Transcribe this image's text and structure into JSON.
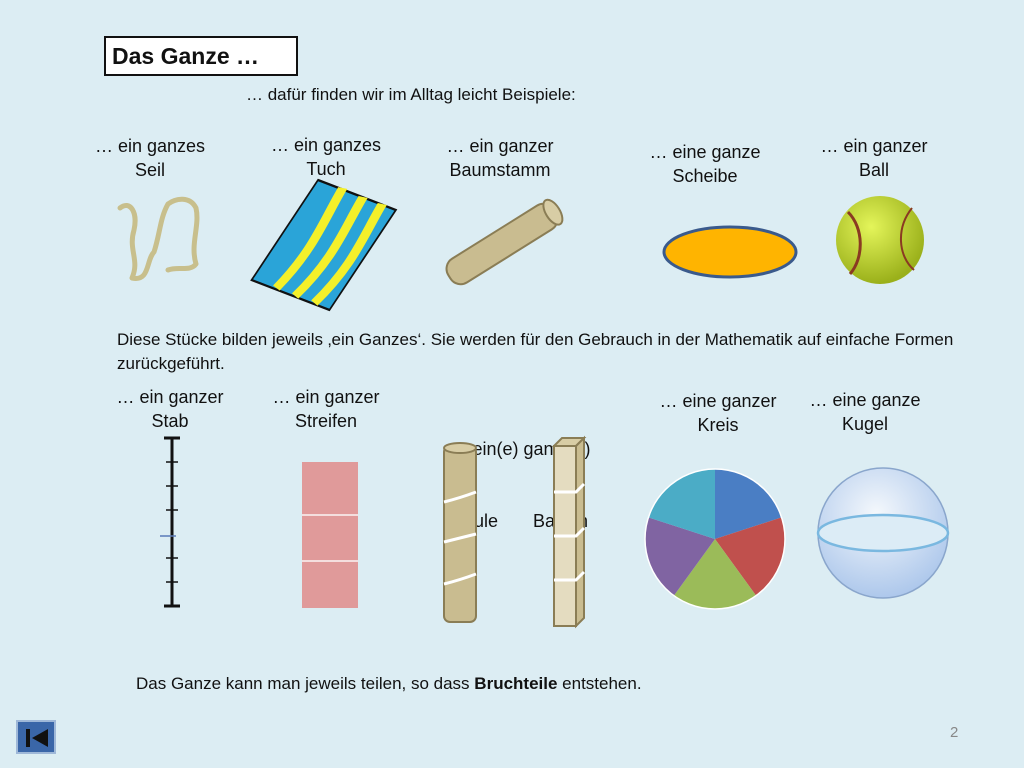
{
  "title": "Das Ganze …",
  "subtitle": "… dafür finden wir im Alltag leicht Beispiele:",
  "everyday": [
    {
      "line1": "… ein ganzes",
      "line2": "Seil"
    },
    {
      "line1": "… ein ganzes",
      "line2": "Tuch"
    },
    {
      "line1": "… ein ganzer",
      "line2": "Baumstamm"
    },
    {
      "line1": "… eine ganze",
      "line2": "Scheibe"
    },
    {
      "line1": "… ein ganzer",
      "line2": "Ball"
    }
  ],
  "paragraph": "Diese Stücke bilden jeweils ‚ein Ganzes‘. Sie werden für den Gebrauch in der Mathematik auf einfache Formen zurückgeführt.",
  "math": [
    {
      "line1": "… ein ganzer",
      "line2": "Stab"
    },
    {
      "line1": "… ein ganzer",
      "line2": "Streifen"
    },
    {
      "line1": "… ein(e) ganze(r)",
      "line2": "Säule       Balken"
    },
    {
      "line1": "… eine ganzer",
      "line2": "Kreis"
    },
    {
      "line1": "… eine ganze",
      "line2": "Kugel"
    }
  ],
  "bottom": {
    "before": "Das Ganze kann man jeweils teilen, so dass ",
    "bold": "Bruchteile",
    "after": " entstehen."
  },
  "page_number": "2",
  "colors": {
    "background": "#dcedf3",
    "rope": "#c8bf8c",
    "tuch_blue": "#2aa4d8",
    "tuch_yellow": "#f4f02a",
    "trunk": "#c9bc90",
    "disc": "#ffb400",
    "disc_border": "#3a5a8c",
    "ball": "#c8e62c",
    "strip": "#e09a9a",
    "pie": [
      "#4a7ec4",
      "#c0504d",
      "#9bbb59",
      "#8064a2",
      "#4bacc6"
    ],
    "sphere": "#c8dcf2"
  },
  "icons": {
    "back": "skip-back-icon"
  }
}
